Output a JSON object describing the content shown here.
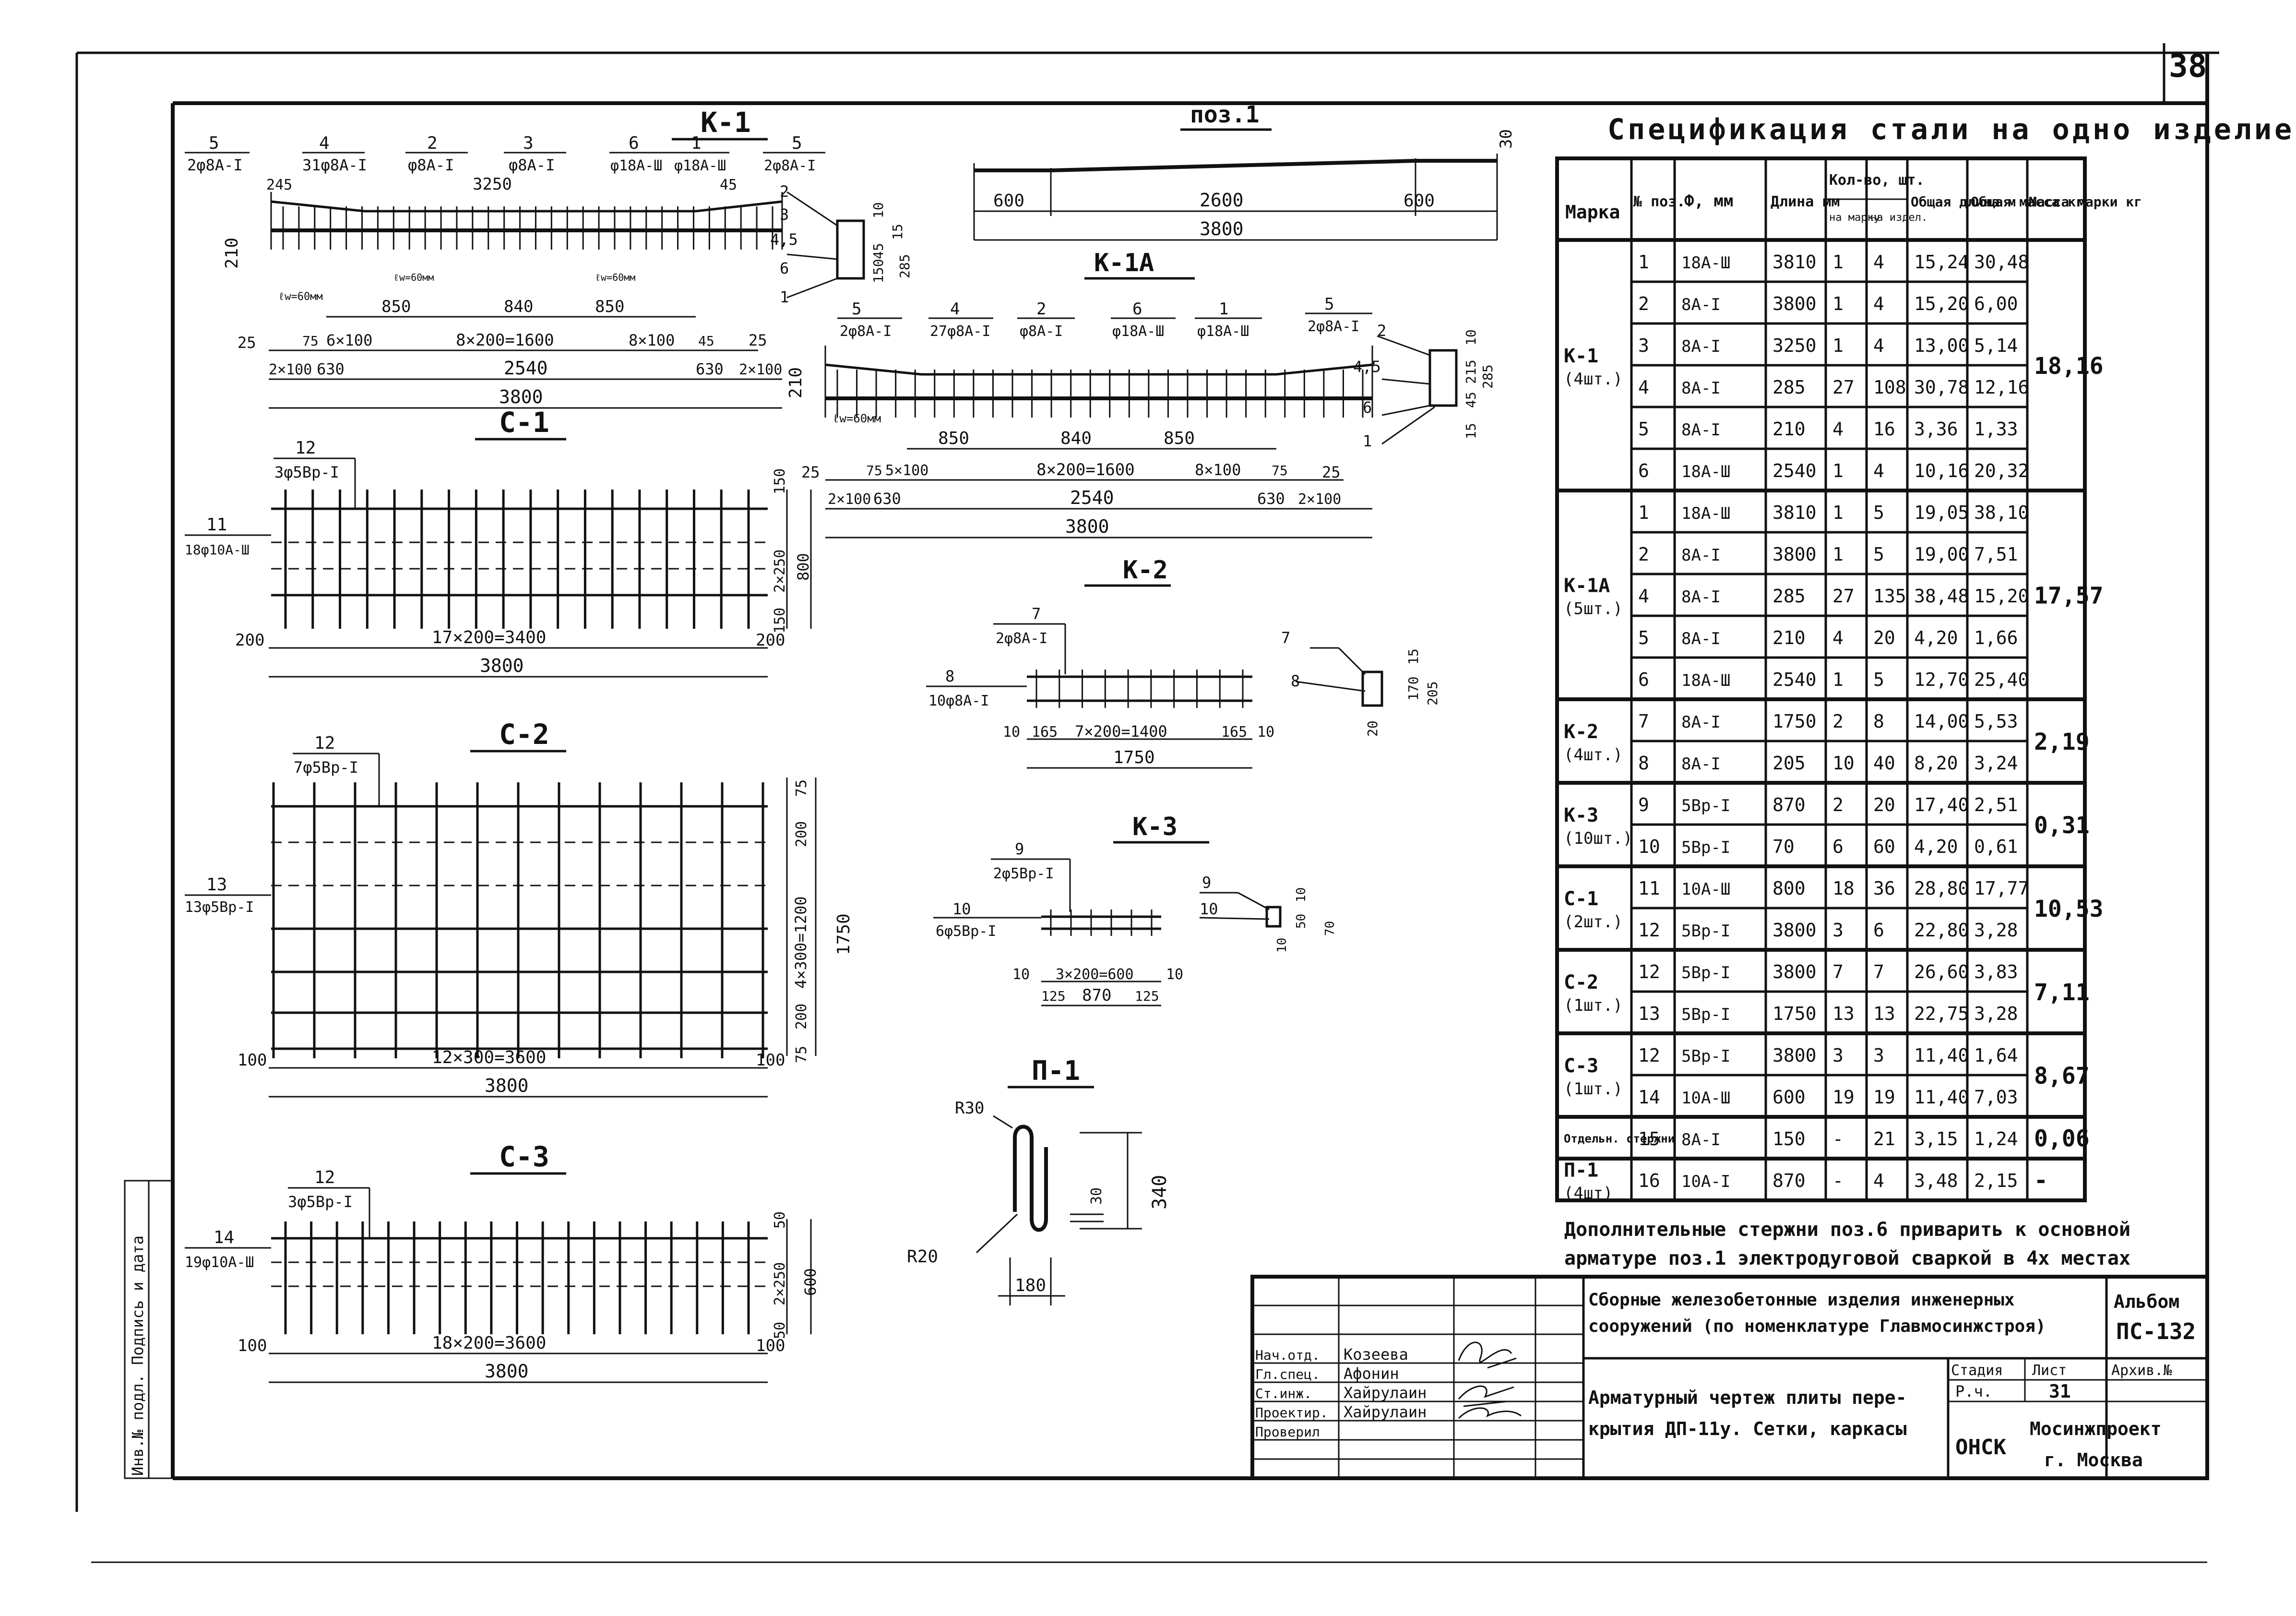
{
  "sheet_number": "38",
  "side_stamp": "Инв.№ подл.  Подпись и дата",
  "spec": {
    "title": "Спецификация стали на одно изделие",
    "headers": {
      "mark": "Марка",
      "pos": "№ поз.",
      "dia": "Ф, мм",
      "len": "Длина мм",
      "qty": "Кол-во, шт.",
      "qty_mark": "на марку",
      "qty_item": "на издел.",
      "total_len": "Общая длина м",
      "total_mass": "Общая масса кг",
      "mark_mass": "Масса марки кг"
    },
    "groups": [
      {
        "mark": "К-1",
        "count": "(4шт.)",
        "mass": "18,16",
        "rows": [
          {
            "pos": "1",
            "dia": "18А-Ш",
            "len": "3810",
            "qm": "1",
            "qi": "4",
            "tl": "15,24",
            "tm": "30,48"
          },
          {
            "pos": "2",
            "dia": "8А-I",
            "len": "3800",
            "qm": "1",
            "qi": "4",
            "tl": "15,20",
            "tm": "6,00"
          },
          {
            "pos": "3",
            "dia": "8А-I",
            "len": "3250",
            "qm": "1",
            "qi": "4",
            "tl": "13,00",
            "tm": "5,14"
          },
          {
            "pos": "4",
            "dia": "8А-I",
            "len": "285",
            "qm": "27",
            "qi": "108",
            "tl": "30,78",
            "tm": "12,16"
          },
          {
            "pos": "5",
            "dia": "8А-I",
            "len": "210",
            "qm": "4",
            "qi": "16",
            "tl": "3,36",
            "tm": "1,33"
          },
          {
            "pos": "6",
            "dia": "18А-Ш",
            "len": "2540",
            "qm": "1",
            "qi": "4",
            "tl": "10,16",
            "tm": "20,32"
          }
        ]
      },
      {
        "mark": "К-1А",
        "count": "(5шт.)",
        "mass": "17,57",
        "rows": [
          {
            "pos": "1",
            "dia": "18А-Ш",
            "len": "3810",
            "qm": "1",
            "qi": "5",
            "tl": "19,05",
            "tm": "38,10"
          },
          {
            "pos": "2",
            "dia": "8А-I",
            "len": "3800",
            "qm": "1",
            "qi": "5",
            "tl": "19,00",
            "tm": "7,51"
          },
          {
            "pos": "4",
            "dia": "8А-I",
            "len": "285",
            "qm": "27",
            "qi": "135",
            "tl": "38,48",
            "tm": "15,20"
          },
          {
            "pos": "5",
            "dia": "8А-I",
            "len": "210",
            "qm": "4",
            "qi": "20",
            "tl": "4,20",
            "tm": "1,66"
          },
          {
            "pos": "6",
            "dia": "18А-Ш",
            "len": "2540",
            "qm": "1",
            "qi": "5",
            "tl": "12,70",
            "tm": "25,40"
          }
        ]
      },
      {
        "mark": "К-2",
        "count": "(4шт.)",
        "mass": "2,19",
        "rows": [
          {
            "pos": "7",
            "dia": "8А-I",
            "len": "1750",
            "qm": "2",
            "qi": "8",
            "tl": "14,00",
            "tm": "5,53"
          },
          {
            "pos": "8",
            "dia": "8А-I",
            "len": "205",
            "qm": "10",
            "qi": "40",
            "tl": "8,20",
            "tm": "3,24"
          }
        ]
      },
      {
        "mark": "К-3",
        "count": "(10шт.)",
        "mass": "0,31",
        "rows": [
          {
            "pos": "9",
            "dia": "5Вр-I",
            "len": "870",
            "qm": "2",
            "qi": "20",
            "tl": "17,40",
            "tm": "2,51"
          },
          {
            "pos": "10",
            "dia": "5Вр-I",
            "len": "70",
            "qm": "6",
            "qi": "60",
            "tl": "4,20",
            "tm": "0,61"
          }
        ]
      },
      {
        "mark": "С-1",
        "count": "(2шт.)",
        "mass": "10,53",
        "rows": [
          {
            "pos": "11",
            "dia": "10А-Ш",
            "len": "800",
            "qm": "18",
            "qi": "36",
            "tl": "28,80",
            "tm": "17,77"
          },
          {
            "pos": "12",
            "dia": "5Вр-I",
            "len": "3800",
            "qm": "3",
            "qi": "6",
            "tl": "22,80",
            "tm": "3,28"
          }
        ]
      },
      {
        "mark": "С-2",
        "count": "(1шт.)",
        "mass": "7,11",
        "rows": [
          {
            "pos": "12",
            "dia": "5Вр-I",
            "len": "3800",
            "qm": "7",
            "qi": "7",
            "tl": "26,60",
            "tm": "3,83"
          },
          {
            "pos": "13",
            "dia": "5Вр-I",
            "len": "1750",
            "qm": "13",
            "qi": "13",
            "tl": "22,75",
            "tm": "3,28"
          }
        ]
      },
      {
        "mark": "С-3",
        "count": "(1шт.)",
        "mass": "8,67",
        "rows": [
          {
            "pos": "12",
            "dia": "5Вр-I",
            "len": "3800",
            "qm": "3",
            "qi": "3",
            "tl": "11,40",
            "tm": "1,64"
          },
          {
            "pos": "14",
            "dia": "10А-Ш",
            "len": "600",
            "qm": "19",
            "qi": "19",
            "tl": "11,40",
            "tm": "7,03"
          }
        ]
      },
      {
        "mark": "Отдельн. стержни",
        "count": "",
        "mass": "0,06",
        "rows": [
          {
            "pos": "15",
            "dia": "8А-I",
            "len": "150",
            "qm": "-",
            "qi": "21",
            "tl": "3,15",
            "tm": "1,24"
          }
        ]
      },
      {
        "mark": "П-1",
        "count": "(4шт)",
        "mass": "-",
        "rows": [
          {
            "pos": "16",
            "dia": "10А-I",
            "len": "870",
            "qm": "-",
            "qi": "4",
            "tl": "3,48",
            "tm": "2,15"
          }
        ]
      }
    ]
  },
  "note_line1": "Дополнительные стержни поз.6 приварить к основной",
  "note_line2": "арматуре поз.1 электродуговой сваркой в 4х местах",
  "titleblock": {
    "project": "Сборные железобетонные изделия инженерных",
    "project2": "сооружений (по номенклатуре Главмосинжстроя)",
    "album_label": "Альбом",
    "album": "ПС-132",
    "title1": "Арматурный чертеж плиты пере-",
    "title2": "крытия ДП-11у. Сетки, каркасы",
    "stage_label": "Стадия",
    "sheet_label": "Лист",
    "arch_label": "Архив.№",
    "stage": "Р.ч.",
    "sheet": "31",
    "dept": "ОНСК",
    "org": "Мосинжпроект",
    "city": "г. Москва",
    "people": [
      {
        "role": "Нач.отд.",
        "name": "Козеева"
      },
      {
        "role": "Гл.спец.",
        "name": "Афонин"
      },
      {
        "role": "Ст.инж.",
        "name": "Хайрулаин"
      },
      {
        "role": "Проектир.",
        "name": "Хайрулаин"
      },
      {
        "role": "Проверил",
        "name": ""
      }
    ]
  },
  "drawings": {
    "k1": {
      "title": "К-1",
      "callouts": [
        {
          "n": "5",
          "d": "2φ8А-I"
        },
        {
          "n": "4",
          "d": "31φ8А-I"
        },
        {
          "n": "2",
          "d": "φ8А-I"
        },
        {
          "n": "3",
          "d": "φ8А-I"
        },
        {
          "n": "6",
          "d": "φ18А-Ш"
        },
        {
          "n": "1",
          "d": "φ18А-Ш"
        },
        {
          "n": "5",
          "d": "2φ8А-I"
        }
      ],
      "dim_3250": "3250",
      "dim_245": "245",
      "dim_45": "45",
      "dim_210": "210",
      "lw1": "ℓw=60мм",
      "lw2": "ℓw=60мм",
      "lw3": "ℓw=60мм",
      "dim_850a": "850",
      "dim_840": "840",
      "dim_850b": "850",
      "dim_25a": "25",
      "dim_75": "75",
      "dim_6x100": "6×100",
      "dim_8x200": "8×200=1600",
      "dim_8x100": "8×100",
      "dim_45b": "45",
      "dim_25b": "25",
      "dim_2x100a": "2×100",
      "dim_630a": "630",
      "dim_2540": "2540",
      "dim_630b": "630",
      "dim_2x100b": "2×100",
      "dim_3800": "3800",
      "sec_labels": [
        "2",
        "3",
        "4,5",
        "6",
        "1"
      ],
      "sec_dims": [
        "10",
        "15",
        "45",
        "150",
        "285"
      ]
    },
    "k1a": {
      "title": "К-1А",
      "callouts": [
        {
          "n": "5",
          "d": "2φ8А-I"
        },
        {
          "n": "4",
          "d": "27φ8А-I"
        },
        {
          "n": "2",
          "d": "φ8А-I"
        },
        {
          "n": "6",
          "d": "φ18А-Ш"
        },
        {
          "n": "1",
          "d": "φ18А-Ш"
        },
        {
          "n": "5",
          "d": "2φ8А-I"
        }
      ],
      "dim_210": "210",
      "lw": "ℓw=60мм",
      "dim_850a": "850",
      "dim_840": "840",
      "dim_850b": "850",
      "dim_25a": "25",
      "dim_75": "75",
      "dim_5x100": "5×100",
      "dim_8x200": "8×200=1600",
      "dim_8x100": "8×100",
      "dim_75b": "75",
      "dim_25b": "25",
      "dim_2x100a": "2×100",
      "dim_630a": "630",
      "dim_2540": "2540",
      "dim_630b": "630",
      "dim_2x100b": "2×100",
      "dim_3800": "3800",
      "sec_labels": [
        "2",
        "4,5",
        "6",
        "1"
      ],
      "sec_dims": [
        "10",
        "215",
        "45",
        "285",
        "15"
      ]
    },
    "pos1": {
      "title": "поз.1",
      "dim_600a": "600",
      "dim_2600": "2600",
      "dim_600b": "600",
      "dim_3800": "3800",
      "dim_30": "30"
    },
    "c1": {
      "title": "С-1",
      "top": {
        "n": "12",
        "d": "3φ5Вр-I"
      },
      "left": {
        "n": "11",
        "d": "18φ10А-Ш"
      },
      "dim_200a": "200",
      "dim_17x200": "17×200=3400",
      "dim_200b": "200",
      "dim_3800": "3800",
      "dim_150a": "150",
      "dim_2x250": "2×250",
      "dim_150b": "150",
      "dim_800": "800"
    },
    "c2": {
      "title": "С-2",
      "top": {
        "n": "12",
        "d": "7φ5Вр-I"
      },
      "left": {
        "n": "13",
        "d": "13φ5Вр-I"
      },
      "dim_75": "75",
      "dim_200a": "200",
      "dim_4x300": "4×300=1200",
      "dim_200b": "200",
      "dim_75b": "75",
      "dim_1750": "1750",
      "dim_100a": "100",
      "dim_12x300": "12×300=3600",
      "dim_100b": "100",
      "dim_3800": "3800"
    },
    "c3": {
      "title": "С-3",
      "top": {
        "n": "12",
        "d": "3φ5Вр-I"
      },
      "left": {
        "n": "14",
        "d": "19φ10А-Ш"
      },
      "dim_50a": "50",
      "dim_2x250": "2×250",
      "dim_50b": "50",
      "dim_600": "600",
      "dim_100a": "100",
      "dim_18x200": "18×200=3600",
      "dim_100b": "100",
      "dim_3800": "3800"
    },
    "k2": {
      "title": "К-2",
      "top": {
        "n": "7",
        "d": "2φ8А-I"
      },
      "left": {
        "n": "8",
        "d": "10φ8А-I"
      },
      "dim_10a": "10",
      "dim_165a": "165",
      "dim_7x200": "7×200=1400",
      "dim_165b": "165",
      "dim_10b": "10",
      "dim_1750": "1750",
      "sec_7": "7",
      "sec_8": "8",
      "sec_15": "15",
      "sec_170": "170",
      "sec_205": "205",
      "sec_20": "20"
    },
    "k3": {
      "title": "К-3",
      "top": {
        "n": "9",
        "d": "2φ5Вр-I"
      },
      "left": {
        "n": "10",
        "d": "6φ5Вр-I"
      },
      "dim_10a": "10",
      "dim_3x200": "3×200=600",
      "dim_10b": "10",
      "dim_125a": "125",
      "dim_870": "870",
      "dim_125b": "125",
      "sec_9": "9",
      "sec_10": "10",
      "sec_d10": "10",
      "sec_50": "50",
      "sec_10b": "10",
      "sec_70": "70"
    },
    "p1": {
      "title": "П-1",
      "r30": "R30",
      "r20": "R20",
      "dim_30": "30",
      "dim_340": "340",
      "dim_180": "180"
    }
  }
}
